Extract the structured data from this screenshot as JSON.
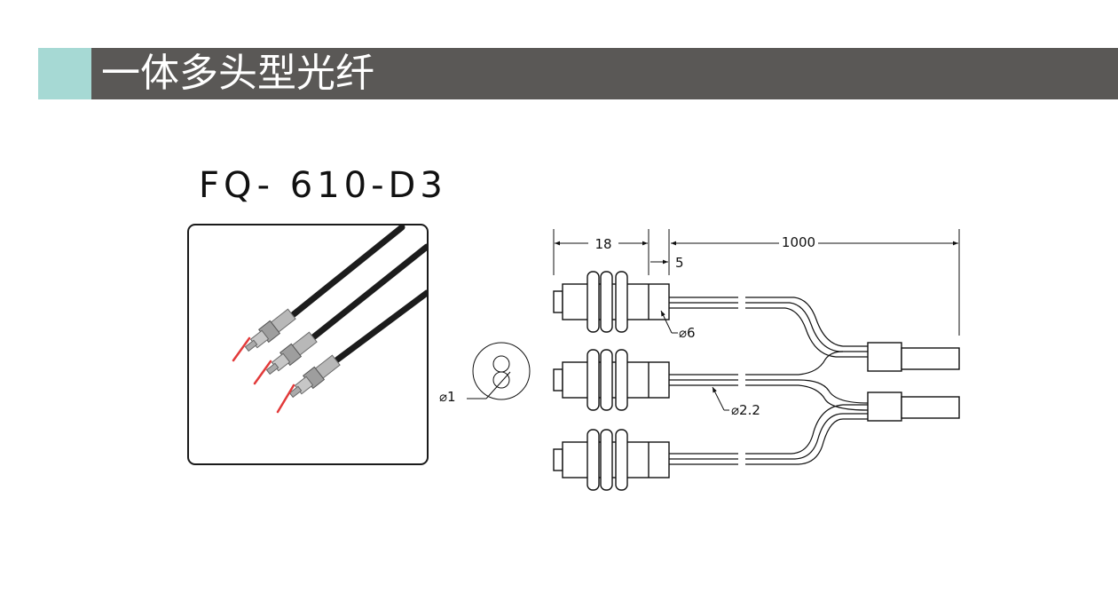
{
  "header": {
    "title": "一体多头型光纤",
    "accent_color": "#a6d9d4",
    "bar_color": "#5a5856"
  },
  "product": {
    "model": "FQ- 610-D3"
  },
  "drawing": {
    "dim_head_length": "18",
    "dim_gap": "5",
    "dim_cable_length": "1000",
    "dim_head_diameter": "⌀6",
    "dim_cable_diameter": "⌀2.2",
    "dim_core_diameter": "⌀1"
  }
}
